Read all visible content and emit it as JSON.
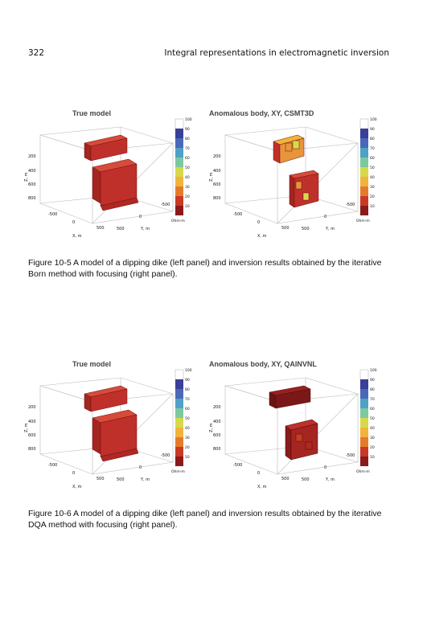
{
  "header": {
    "page_number": "322",
    "running_title": "Integral representations in electromagnetic inversion"
  },
  "figures": [
    {
      "left_title": "True model",
      "right_title": "Anomalous body, XY, CSMT3D",
      "caption": "Figure 10-5   A model of a dipping dike (left panel) and inversion results obtained by the iterative Born method with focusing (right panel)."
    },
    {
      "left_title": "True model",
      "right_title": "Anomalous body, XY, QAINVNL",
      "caption": "Figure 10-6   A model of a dipping dike (left panel) and inversion results obtained by the iterative DQA method with focusing (right panel)."
    }
  ],
  "axes": {
    "z_label": "Z, m",
    "x_label": "X, m",
    "y_label": "Y, m",
    "z_ticks": [
      "200",
      "400",
      "600",
      "800"
    ],
    "x_ticks": [
      "-500",
      "0",
      "500"
    ],
    "y_ticks": [
      "-500",
      "0",
      "500"
    ]
  },
  "colorbar": {
    "unit": "Ohm-m",
    "ticks": [
      "100",
      "90",
      "80",
      "70",
      "60",
      "50",
      "40",
      "30",
      "20",
      "10"
    ],
    "colors": [
      "#ffffff",
      "#3a3f9a",
      "#4a68b8",
      "#4fa1c6",
      "#7cc9a0",
      "#d7d94a",
      "#f2b33a",
      "#e67a2b",
      "#c83a23",
      "#8b1a1a"
    ]
  },
  "colors": {
    "block_fill": "#c0302a",
    "block_edge": "#6a1010",
    "block_top": "#d84a3a",
    "orange_block": "#e8943a",
    "dark_block": "#7a1818"
  }
}
